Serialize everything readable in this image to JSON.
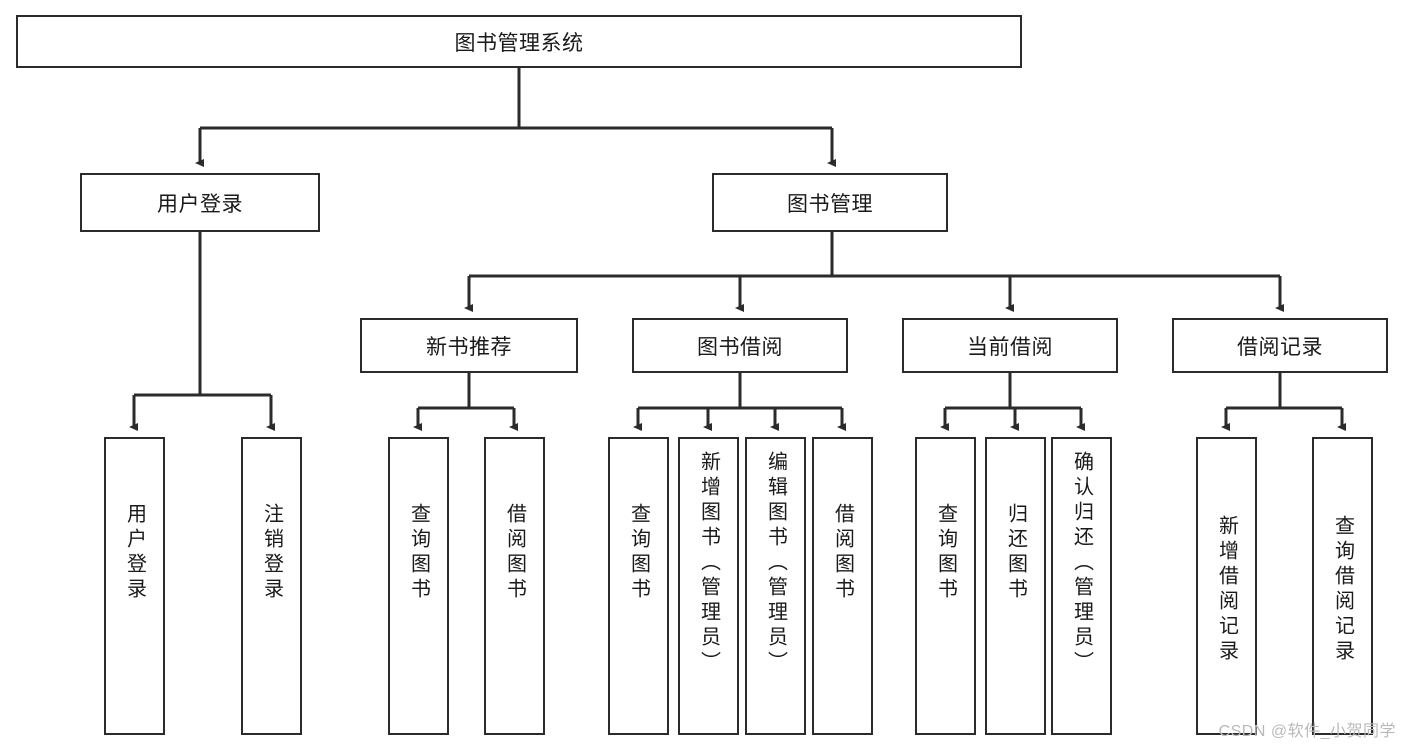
{
  "diagram": {
    "title_node": {
      "label": "图书管理系统"
    },
    "level2": [
      {
        "id": "user-login",
        "label": "用户登录"
      },
      {
        "id": "book-management",
        "label": "图书管理"
      }
    ],
    "level3": [
      {
        "id": "new-book-recommend",
        "label": "新书推荐"
      },
      {
        "id": "book-borrow",
        "label": "图书借阅"
      },
      {
        "id": "current-borrow",
        "label": "当前借阅"
      },
      {
        "id": "borrow-record",
        "label": "借阅记录"
      }
    ],
    "leaves": [
      {
        "id": "leaf-user-login",
        "label": "用户登录",
        "parent": "user-login"
      },
      {
        "id": "leaf-logout",
        "label": "注销登录",
        "parent": "user-login"
      },
      {
        "id": "leaf-query-book-1",
        "label": "查询图书",
        "parent": "new-book-recommend"
      },
      {
        "id": "leaf-borrow-book-1",
        "label": "借阅图书",
        "parent": "new-book-recommend"
      },
      {
        "id": "leaf-query-book-2",
        "label": "查询图书",
        "parent": "book-borrow"
      },
      {
        "id": "leaf-add-book",
        "label": "新增图书（管理员）",
        "parent": "book-borrow"
      },
      {
        "id": "leaf-edit-book",
        "label": "编辑图书（管理员）",
        "parent": "book-borrow"
      },
      {
        "id": "leaf-borrow-book-2",
        "label": "借阅图书",
        "parent": "book-borrow"
      },
      {
        "id": "leaf-query-book-3",
        "label": "查询图书",
        "parent": "current-borrow"
      },
      {
        "id": "leaf-return-book",
        "label": "归还图书",
        "parent": "current-borrow"
      },
      {
        "id": "leaf-confirm-return",
        "label": "确认归还（管理员）",
        "parent": "current-borrow"
      },
      {
        "id": "leaf-add-record",
        "label": "新增借阅记录",
        "parent": "borrow-record"
      },
      {
        "id": "leaf-query-record",
        "label": "查询借阅记录",
        "parent": "borrow-record"
      }
    ],
    "watermark": "CSDN @软件_小贺同学",
    "colors": {
      "stroke": "#2b2b2b",
      "fill": "#ffffff",
      "text": "#1a1a1a",
      "watermark": "#b9b9b9"
    }
  }
}
